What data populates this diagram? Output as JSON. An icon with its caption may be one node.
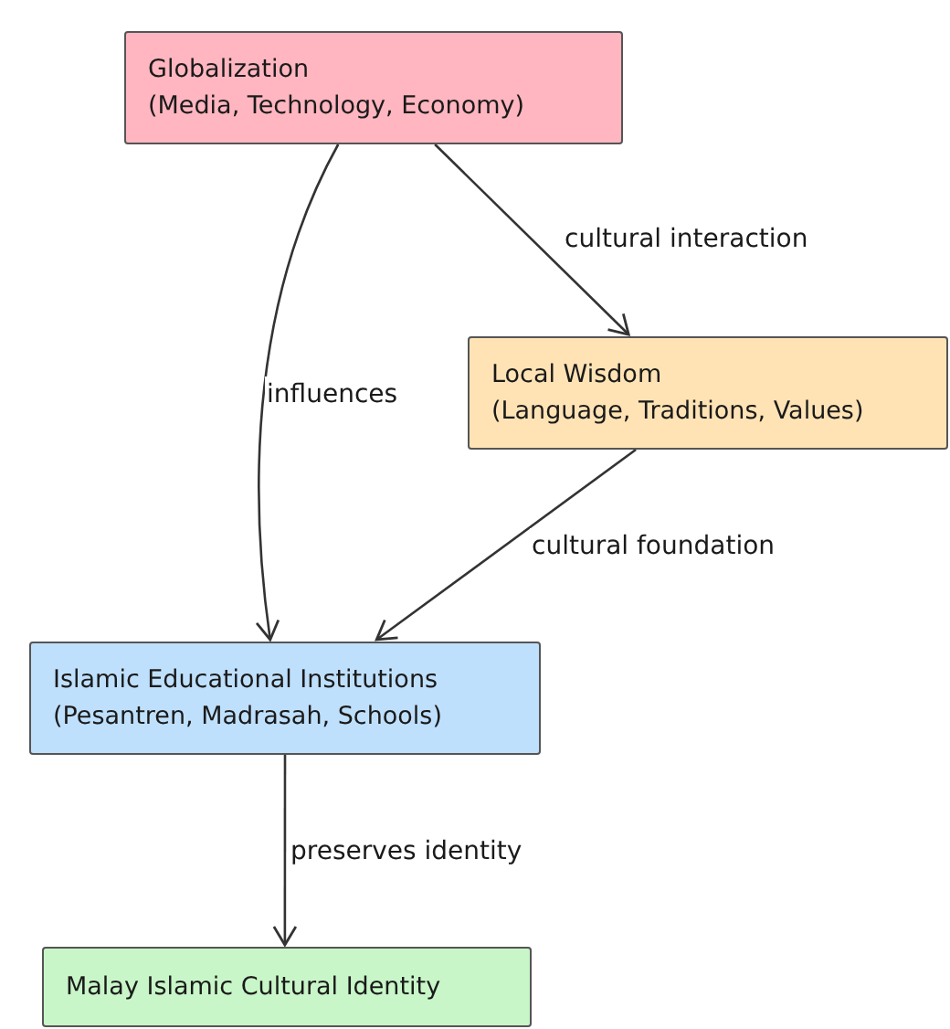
{
  "diagram": {
    "nodes": [
      {
        "text": [
          "Globalization",
          "(Media, Technology, Economy)"
        ]
      },
      {
        "text": [
          "Local Wisdom",
          "(Language, Traditions, Values)"
        ]
      },
      {
        "text": [
          "Islamic Educational Institutions",
          "(Pesantren, Madrasah, Schools)"
        ]
      },
      {
        "text": [
          "Malay Islamic Cultural Identity"
        ]
      }
    ],
    "edges": [
      {
        "from": 0,
        "to": 2,
        "label": "influences",
        "arrow": "to"
      },
      {
        "from": 0,
        "to": 1,
        "label": "cultural interaction",
        "arrow": "to"
      },
      {
        "from": 1,
        "to": 2,
        "label": "cultural foundation",
        "arrow": "to"
      },
      {
        "from": 2,
        "to": 3,
        "label": "preserves identity",
        "arrow": "to"
      }
    ]
  }
}
